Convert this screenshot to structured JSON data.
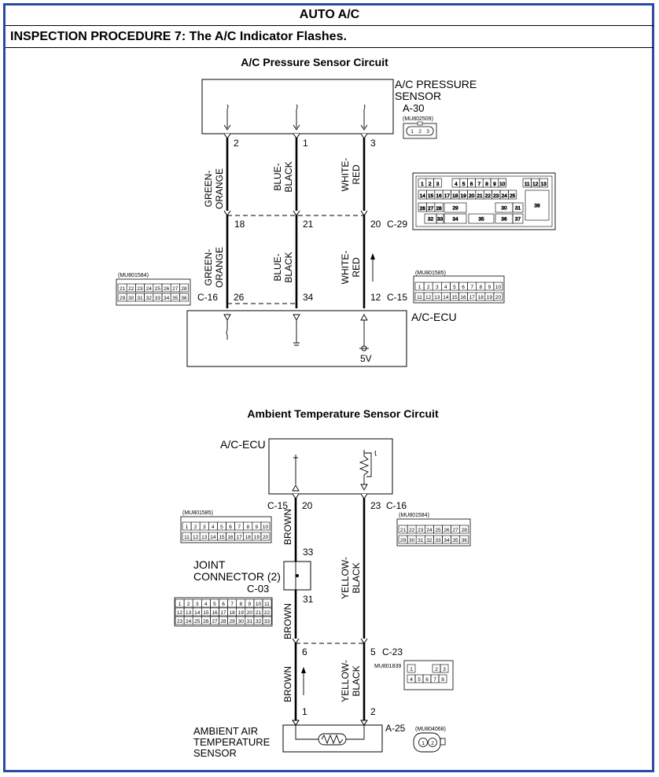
{
  "header": {
    "section": "AUTO A/C",
    "procedure": "INSPECTION PROCEDURE 7: The A/C Indicator Flashes."
  },
  "pressure_circuit": {
    "title": "A/C Pressure Sensor Circuit",
    "sensor_name_line1": "A/C PRESSURE",
    "sensor_name_line2": "SENSOR",
    "sensor_code": "A-30",
    "sensor_part": "(MU802509)",
    "sensor_pins": [
      "1",
      "2",
      "3"
    ],
    "top_pins": [
      "2",
      "1",
      "3"
    ],
    "wire_colors": [
      [
        "GREEN-",
        "ORANGE"
      ],
      [
        "BLUE-",
        "BLACK"
      ],
      [
        "WHITE-",
        "RED"
      ]
    ],
    "mid_pins": [
      "18",
      "21",
      "20"
    ],
    "mid_connector": "C-29",
    "c29_cells": [
      "1",
      "2",
      "3",
      "4",
      "5",
      "6",
      "7",
      "8",
      "9",
      "10",
      "11",
      "12",
      "13",
      "14",
      "15",
      "16",
      "17",
      "18",
      "19",
      "20",
      "21",
      "22",
      "23",
      "24",
      "25",
      "26",
      "27",
      "28",
      "29",
      "30",
      "31",
      "32",
      "33",
      "34",
      "35",
      "36",
      "37",
      "38"
    ],
    "left_connector_part": "(MU801584)",
    "left_connector_cells_row1": [
      "21",
      "22",
      "23",
      "24",
      "25",
      "26",
      "27",
      "28"
    ],
    "left_connector_cells_row2": [
      "29",
      "30",
      "31",
      "32",
      "33",
      "34",
      "35",
      "36"
    ],
    "right_connector_part": "(MU801585)",
    "right_connector_cells_row1": [
      "1",
      "2",
      "3",
      "4",
      "5",
      "6",
      "7",
      "8",
      "9",
      "10"
    ],
    "right_connector_cells_row2": [
      "11",
      "12",
      "13",
      "14",
      "15",
      "16",
      "17",
      "18",
      "19",
      "20"
    ],
    "left_bottom_connector": "C-16",
    "right_bottom_connector": "C-15",
    "bottom_pins": [
      "26",
      "34",
      "12"
    ],
    "ecu_name": "A/C-ECU",
    "voltage": "5V"
  },
  "ambient_circuit": {
    "title": "Ambient Temperature Sensor Circuit",
    "ecu_name": "A/C-ECU",
    "left_ecu_connector": "C-15",
    "left_ecu_pin": "20",
    "right_ecu_pin": "23",
    "right_ecu_connector": "C-16",
    "left_connector_part": "(MU801585)",
    "left_connector_cells_row1": [
      "1",
      "2",
      "3",
      "4",
      "5",
      "6",
      "7",
      "8",
      "9",
      "10"
    ],
    "left_connector_cells_row2": [
      "11",
      "12",
      "13",
      "14",
      "15",
      "16",
      "17",
      "18",
      "19",
      "20"
    ],
    "right_connector_part": "(MU801584)",
    "right_connector_cells_row1": [
      "21",
      "22",
      "23",
      "24",
      "25",
      "26",
      "27",
      "28"
    ],
    "right_connector_cells_row2": [
      "29",
      "30",
      "31",
      "32",
      "33",
      "34",
      "35",
      "36"
    ],
    "wire_left_upper": "BROWN",
    "wire_right": [
      "YELLOW-",
      "BLACK"
    ],
    "joint_name_line1": "JOINT",
    "joint_name_line2": "CONNECTOR (2)",
    "joint_code": "C-03",
    "joint_pin_top": "33",
    "joint_pin_bottom": "31",
    "c03_row1": [
      "1",
      "2",
      "3",
      "4",
      "5",
      "6",
      "7",
      "8",
      "9",
      "10",
      "11"
    ],
    "c03_row2": [
      "12",
      "13",
      "14",
      "15",
      "16",
      "17",
      "18",
      "19",
      "20",
      "21",
      "22"
    ],
    "c03_row3": [
      "23",
      "24",
      "25",
      "26",
      "27",
      "28",
      "29",
      "30",
      "31",
      "32",
      "33"
    ],
    "wire_left_lower": "BROWN",
    "c23_left_pin": "6",
    "c23_right_pin": "5",
    "c23_code": "C-23",
    "c23_part": "MU801839",
    "c23_row1": [
      "1",
      "2",
      "3"
    ],
    "c23_row2": [
      "4",
      "5",
      "6",
      "7",
      "8"
    ],
    "wire_left_bottom": "BROWN",
    "wire_right_bottom": [
      "YELLOW-",
      "BLACK"
    ],
    "sensor_pins": [
      "1",
      "2"
    ],
    "sensor_code": "A-25",
    "sensor_part": "(MU804068)",
    "sensor_name_line1": "AMBIENT AIR",
    "sensor_name_line2": "TEMPERATURE",
    "sensor_name_line3": "SENSOR"
  }
}
